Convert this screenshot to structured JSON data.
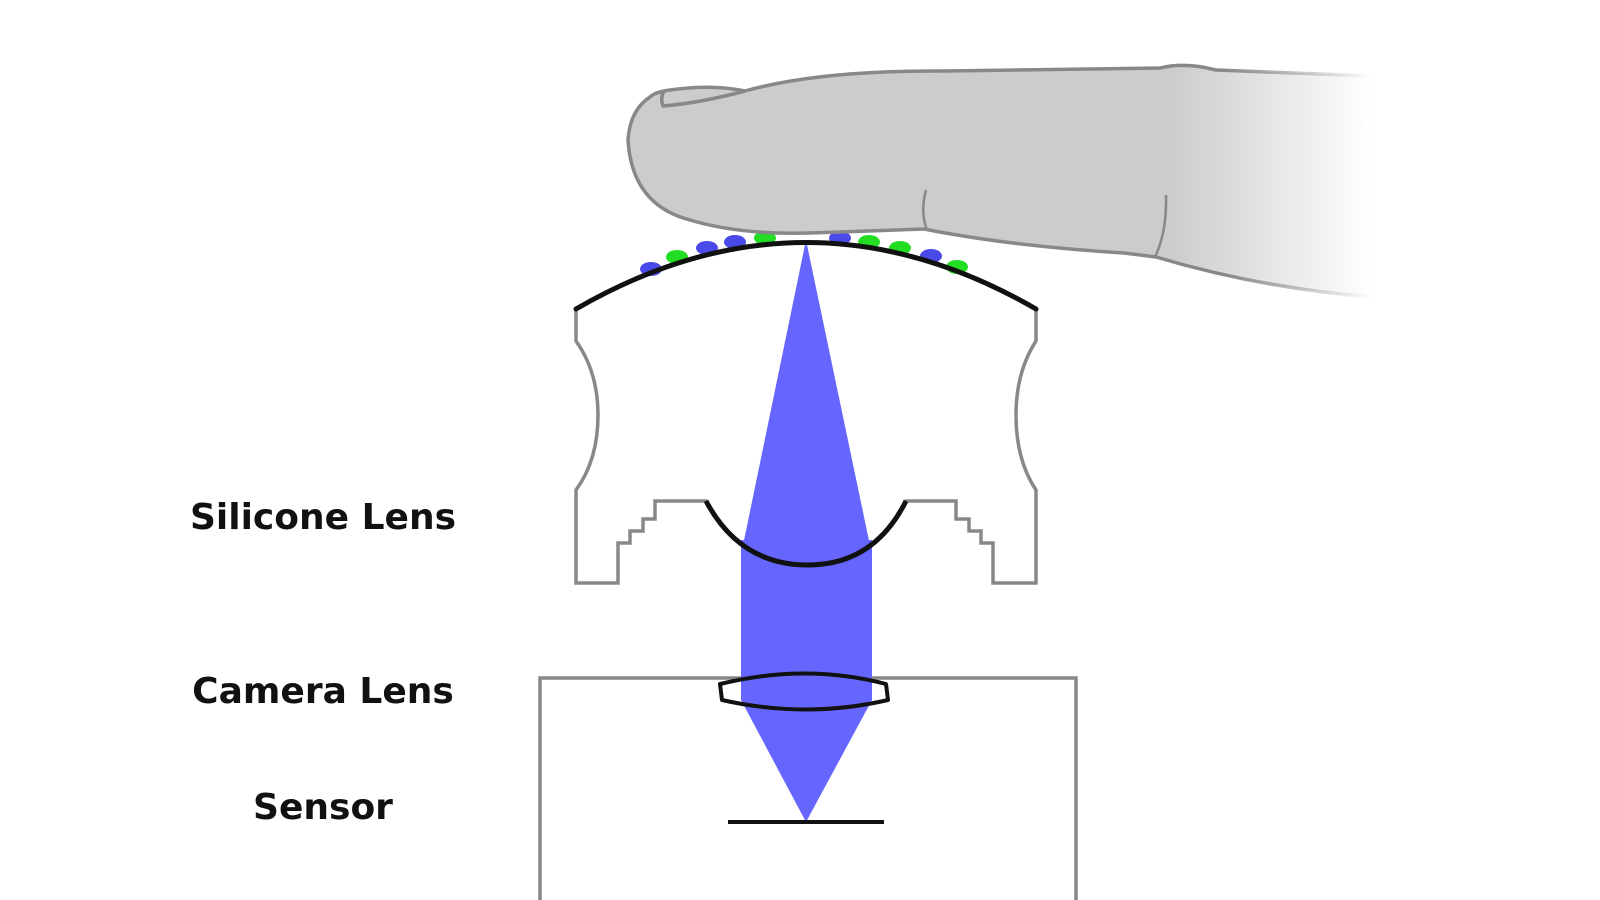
{
  "labels": {
    "silicone_lens": "Silicone Lens",
    "camera_lens": "Camera Lens",
    "sensor": "Sensor"
  },
  "colors": {
    "finger_fill": "#cccccc",
    "finger_stroke": "#888888",
    "light_beam": "#6666ff",
    "ridge_blue": "#4a4ae8",
    "ridge_green": "#22dd22",
    "lens_stroke": "#111111",
    "housing_stroke": "#888888"
  }
}
